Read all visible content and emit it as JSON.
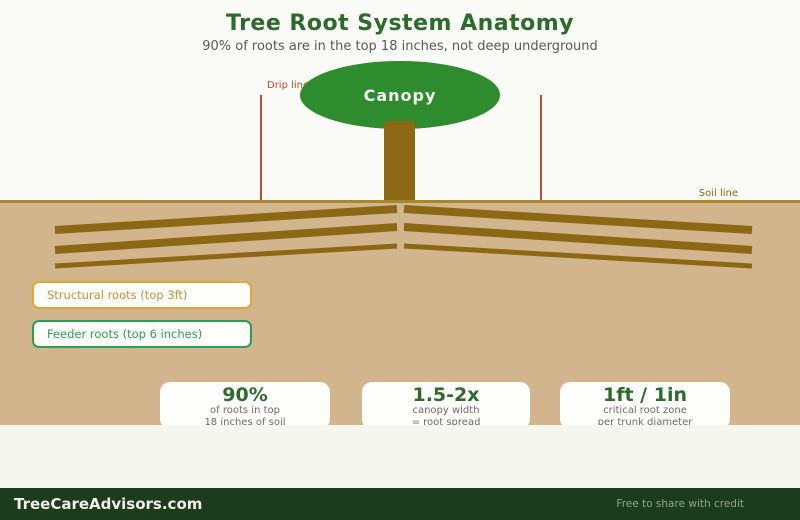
{
  "header": {
    "title": "Tree Root System Anatomy",
    "subtitle": "90% of roots are in the top 18 inches, not deep underground"
  },
  "diagram": {
    "canopy_label": "Canopy",
    "drip_line_label": "Drip line",
    "soil_line_label": "Soil line",
    "zone_labels": [
      {
        "label": "Structural roots (top 3ft)"
      },
      {
        "label": "Feeder roots (top 6 inches)"
      }
    ]
  },
  "stats": [
    {
      "value": "90%",
      "line1": "of roots in top",
      "line2": "18 inches of soil"
    },
    {
      "value": "1.5-2x",
      "line1": "canopy width",
      "line2": "= root spread"
    },
    {
      "value": "1ft / 1in",
      "line1": "critical root zone",
      "line2": "per trunk diameter"
    }
  ],
  "footer": {
    "site": "TreeCareAdvisors.com",
    "note": "Free to share with credit"
  },
  "colors": {
    "title_green": "#2D6B2D",
    "canopy_green": "#2E8B2E",
    "trunk_root_brown": "#8B6914",
    "soil_tan": "#D2B58D",
    "soil_line_band": "#A6872F",
    "drip_line_red": "#B8503A",
    "structural_gold": "#C2923A",
    "feeder_green": "#2BA055",
    "footer_green": "#1D3B1D"
  }
}
